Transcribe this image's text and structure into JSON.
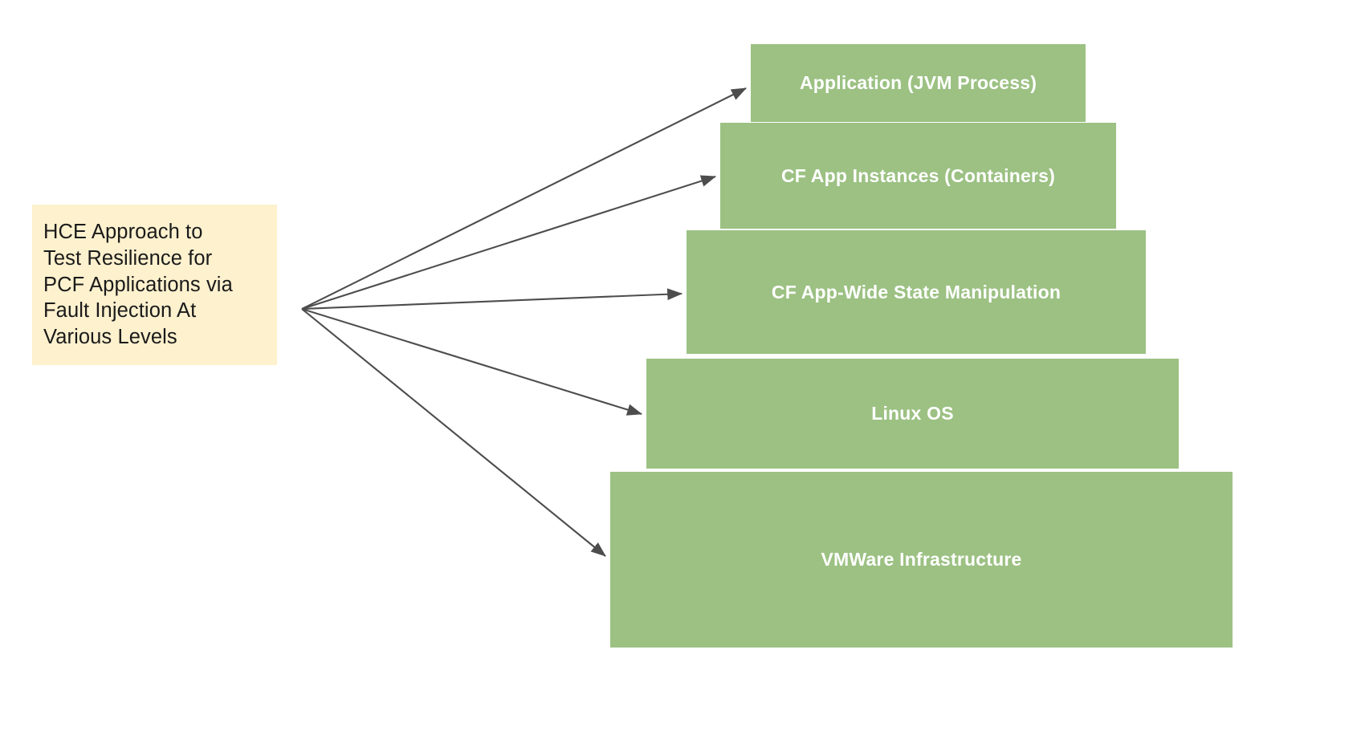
{
  "diagram": {
    "title": "HCE Approach to Test Resilience for PCF Applications via Fault Injection At Various Levels",
    "source": {
      "label": "HCE Approach to\nTest Resilience for\nPCF Applications via\nFault Injection At\nVarious Levels",
      "fill_color": "#fdf1ce",
      "text_color": "#1a1a1a"
    },
    "layer_fill_color": "#9cc183",
    "layer_text_color": "#ffffff",
    "arrow_color": "#4d4d4d",
    "background_color": "#ffffff",
    "layers": [
      {
        "label": "Application (JVM Process)"
      },
      {
        "label": "CF App Instances (Containers)"
      },
      {
        "label": "CF App-Wide State Manipulation"
      },
      {
        "label": "Linux OS"
      },
      {
        "label": "VMWare Infrastructure"
      }
    ],
    "arrows": [
      {
        "from": "source",
        "to": "Application (JVM Process)"
      },
      {
        "from": "source",
        "to": "CF App Instances (Containers)"
      },
      {
        "from": "source",
        "to": "CF App-Wide State Manipulation"
      },
      {
        "from": "source",
        "to": "Linux OS"
      },
      {
        "from": "source",
        "to": "VMWare Infrastructure"
      }
    ]
  }
}
